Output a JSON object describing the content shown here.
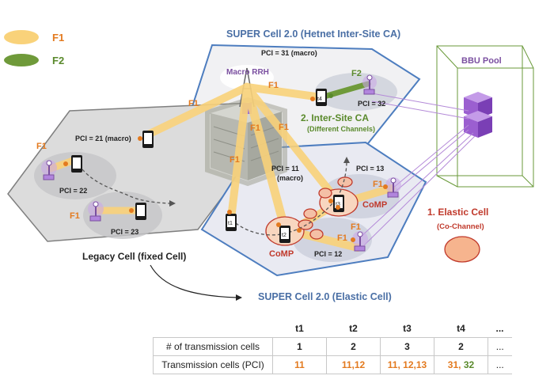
{
  "legend": {
    "f1": {
      "label": "F1",
      "color": "#f9d27a"
    },
    "f2": {
      "label": "F2",
      "color": "#6f9a3a"
    }
  },
  "titles": {
    "hetnet": "SUPER Cell 2.0 (Hetnet Inter-Site CA)",
    "elastic": "SUPER Cell 2.0 (Elastic Cell)",
    "legacy": "Legacy Cell (fixed Cell)",
    "bbu": "BBU Pool"
  },
  "labels": {
    "macro_rrh": "Macro RRH",
    "pci31": "PCI = 31 (macro)",
    "pci21": "PCI = 21 (macro)",
    "pci11a": "PCI = 11",
    "pci11b": "(macro)",
    "pci22": "PCI = 22",
    "pci23": "PCI = 23",
    "pci32": "PCI = 32",
    "pci13": "PCI = 13",
    "pci12": "PCI = 12",
    "ca_line1": "2. Inter-Site CA",
    "ca_line2": "(Different Channels)",
    "elastic_line1": "1. Elastic Cell",
    "elastic_line2": "(Co-Channel)",
    "comp": "CoMP",
    "f1": "F1",
    "f2": "F2",
    "t1": "t1",
    "t2": "t2",
    "t3": "t3",
    "t4": "t4"
  },
  "table": {
    "headers": [
      "t1",
      "t2",
      "t3",
      "t4",
      "..."
    ],
    "row1_label": "# of transmission cells",
    "row1": [
      "1",
      "2",
      "3",
      "2",
      "..."
    ],
    "row2_label": "Transmission cells (PCI)",
    "row2": {
      "c1": "11",
      "c2": "11,12",
      "c3": "11, 12,13",
      "c4a": "31",
      "c4sep": ", ",
      "c4b": "32",
      "c5": "..."
    }
  }
}
